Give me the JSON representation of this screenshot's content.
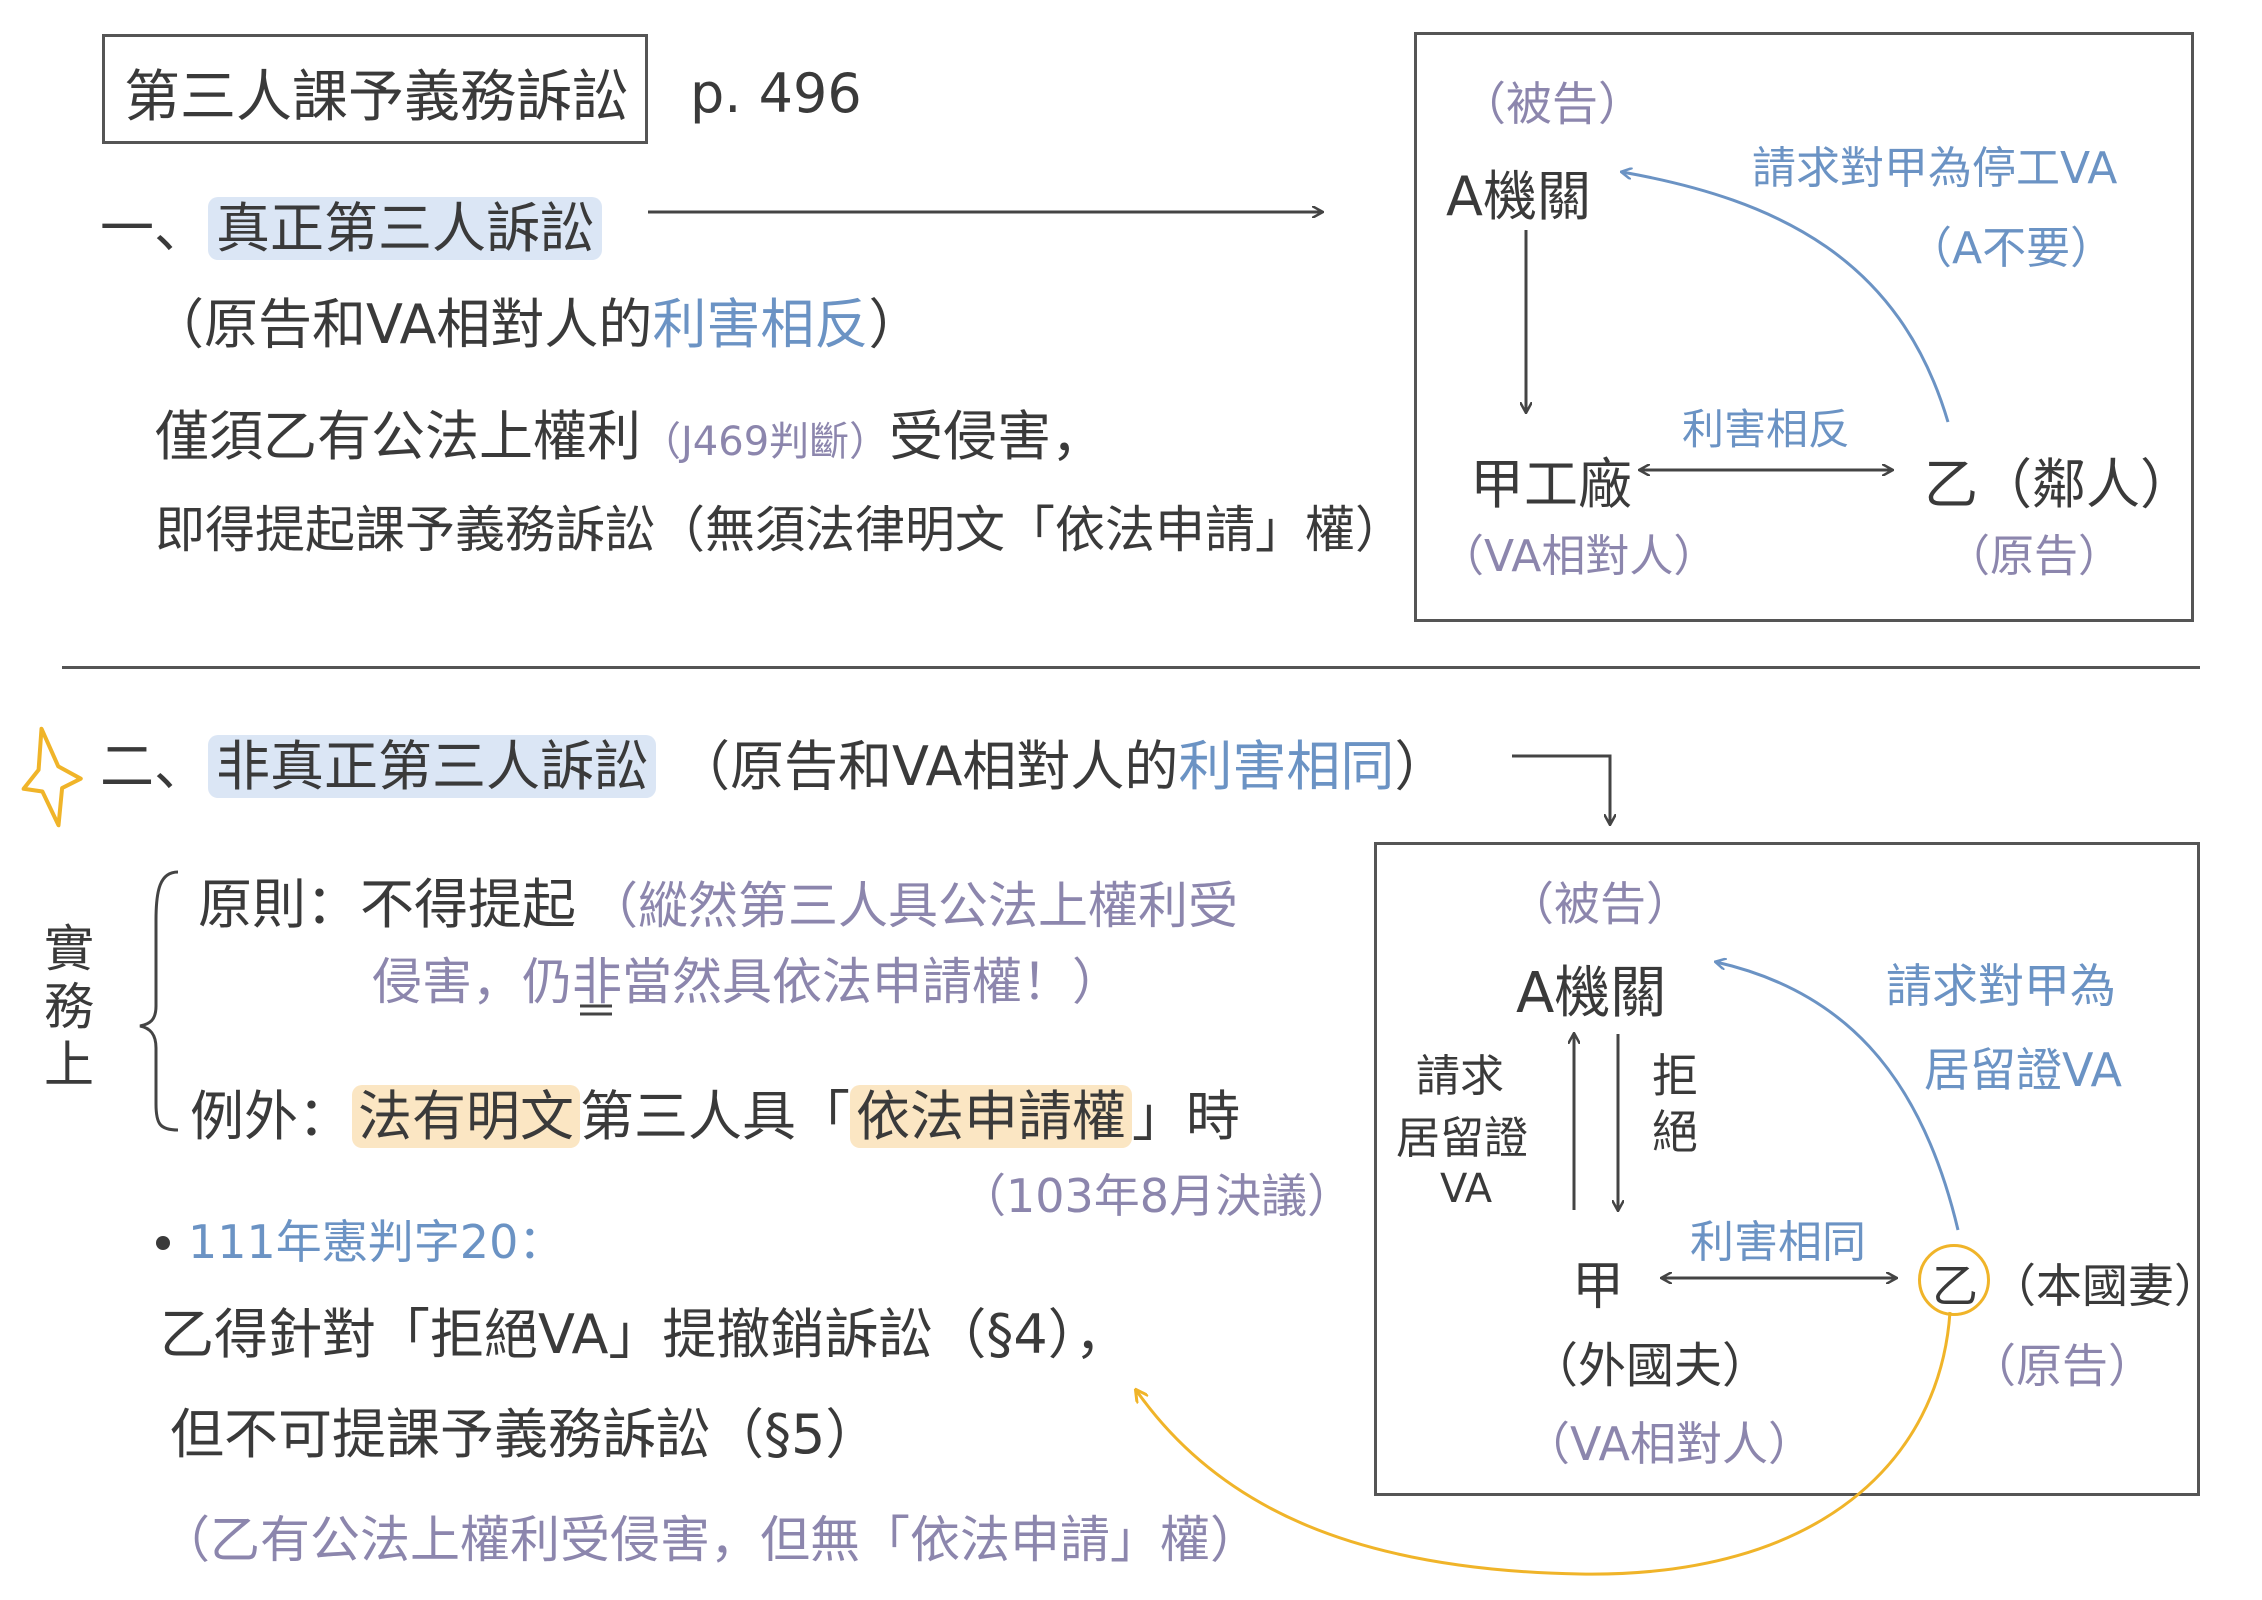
{
  "title": "第三人課予義務訴訟",
  "page_ref": "p. 496",
  "section1": {
    "number": "一、",
    "heading": "真正第三人訴訟",
    "note_prefix": "（原告和VA相對人的",
    "note_highlight": "利害相反",
    "note_suffix": "）",
    "line1_a": "僅須乙有公法上權利",
    "line1_ref": "（J469判斷）",
    "line1_b": "受侵害，",
    "line2": "即得提起課予義務訴訟（無須法律明文「依法申請」權）"
  },
  "diagram1": {
    "defendant_label": "（被告）",
    "agency": "A機關",
    "request": "請求對甲為停工VA",
    "agency_refuses": "（A不要）",
    "relation": "利害相反",
    "party_a": "甲工廠",
    "party_a_role": "（VA相對人）",
    "party_b": "乙（鄰人）",
    "party_b_role": "（原告）"
  },
  "section2": {
    "star_icon": "star",
    "number": "二、",
    "heading": "非真正第三人訴訟",
    "note_prefix": "（原告和VA相對人的",
    "note_highlight": "利害相同",
    "note_suffix": "）",
    "practice_label": "實務上",
    "principle_label": "原則：",
    "principle": "不得提起",
    "principle_note_1": "（縱然第三人具公法上權利受",
    "principle_note_2": "侵害，仍非當然具依法申請權！）",
    "exception_label": "例外：",
    "exception_hl1": "法有明文",
    "exception_mid": "第三人具「",
    "exception_hl2": "依法申請權",
    "exception_end": "」時",
    "exception_ref": "（103年8月決議）",
    "ruling": "111年憲判字20：",
    "ruling_line1": "乙得針對「拒絕VA」提撤銷訴訟（§4），",
    "ruling_line2": "但不可提課予義務訴訟（§5）",
    "ruling_line3": "（乙有公法上權利受侵害，但無「依法申請」權）"
  },
  "diagram2": {
    "defendant_label": "（被告）",
    "agency": "A機關",
    "request_left_1": "請求",
    "request_left_2": "居留證",
    "request_left_3": "VA",
    "refuse_1": "拒",
    "refuse_2": "絕",
    "request_right_1": "請求對甲為",
    "request_right_2": "居留證VA",
    "relation": "利害相同",
    "party_a": "甲",
    "party_a_desc": "（外國夫）",
    "party_a_role": "（VA相對人）",
    "party_b_char": "乙",
    "party_b_desc": "（本國妻）",
    "party_b_role": "（原告）"
  },
  "colors": {
    "ink": "#3a3a3a",
    "blue": "#6b93c4",
    "purple": "#8c86ad",
    "highlight_blue": "#dbe6f5",
    "highlight_orange": "#fbe6c3",
    "gold": "#f0b429"
  }
}
